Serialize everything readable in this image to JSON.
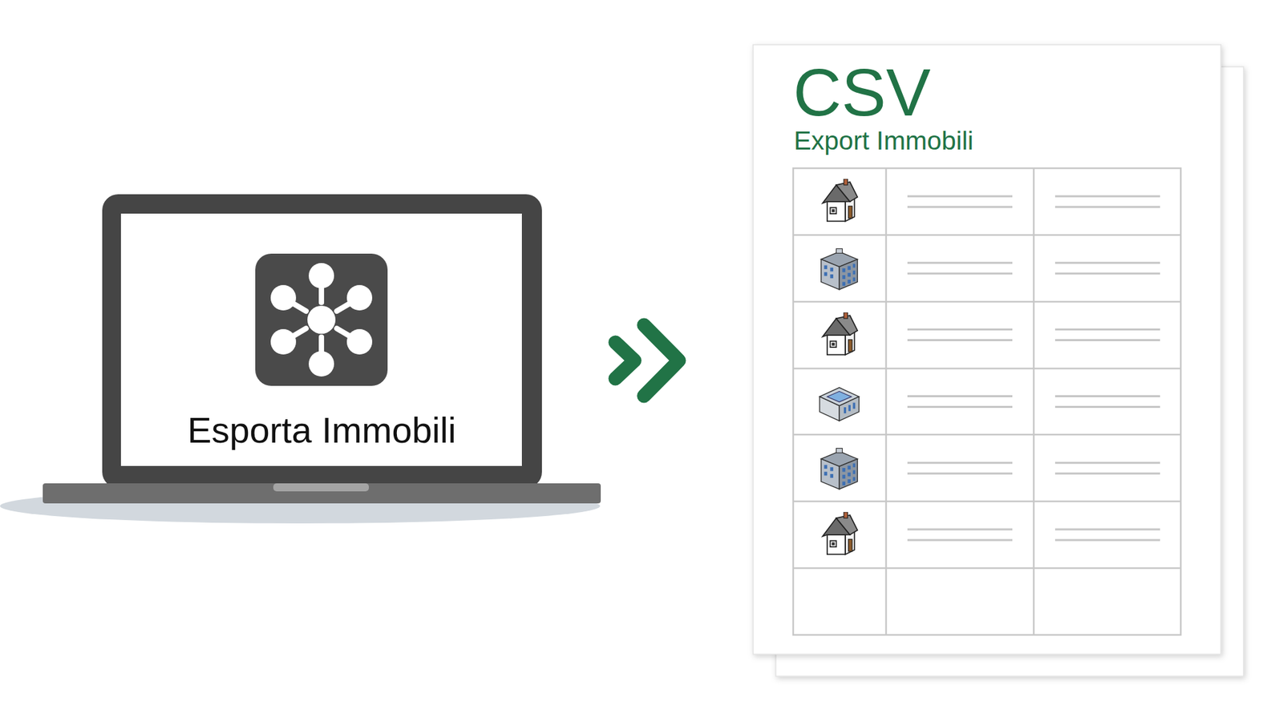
{
  "diagram": {
    "nodes": [
      {
        "text": [
          "Esporta Immobili"
        ]
      },
      {
        "text": [
          "CSV",
          "Export Immobili"
        ]
      }
    ],
    "edges": [
      {
        "from": 0,
        "to": 1,
        "arrow": "to"
      }
    ]
  }
}
